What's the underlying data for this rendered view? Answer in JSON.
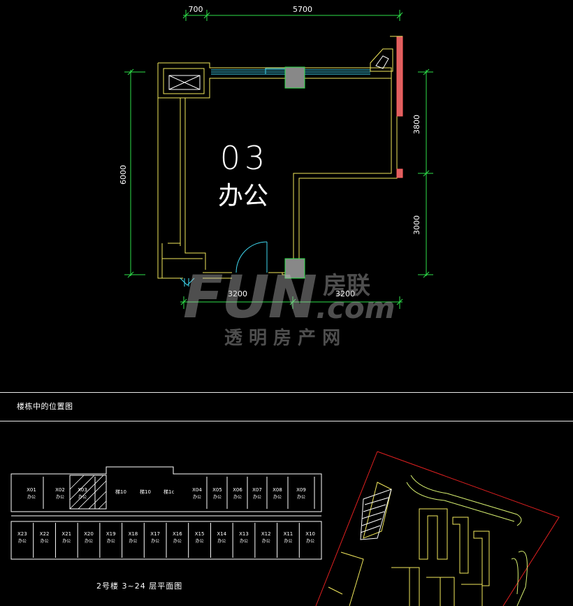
{
  "plan": {
    "dims": {
      "top_left": "700",
      "top_right": "5700",
      "left": "6000",
      "right_upper": "3800",
      "right_lower": "3000",
      "bottom_left": "3200",
      "bottom_right": "3200"
    },
    "room_number": "03",
    "room_label": "办公"
  },
  "watermark": {
    "brand": "FUN",
    "suffix": ".com",
    "cn_brand": "房联",
    "tagline": "透 明 房 产 网"
  },
  "section_caption": "楼栋中的位置图",
  "floorplan": {
    "top_units": [
      {
        "code": "X01",
        "label": "办公"
      },
      {
        "code": "X02",
        "label": "办公"
      },
      {
        "code": "X03",
        "label": "办公"
      },
      {
        "code": "X04",
        "label": "办公"
      },
      {
        "code": "X05",
        "label": "办公"
      },
      {
        "code": "X06",
        "label": "办公"
      },
      {
        "code": "X07",
        "label": "办公"
      },
      {
        "code": "X08",
        "label": "办公"
      },
      {
        "code": "X09",
        "label": "办公"
      }
    ],
    "core_labels": [
      "梯10",
      "梯10",
      "梯1c"
    ],
    "bottom_units": [
      {
        "code": "X23",
        "label": "办公"
      },
      {
        "code": "X22",
        "label": "办公"
      },
      {
        "code": "X21",
        "label": "办公"
      },
      {
        "code": "X20",
        "label": "办公"
      },
      {
        "code": "X19",
        "label": "办公"
      },
      {
        "code": "X18",
        "label": "办公"
      },
      {
        "code": "X17",
        "label": "办公"
      },
      {
        "code": "X16",
        "label": "办公"
      },
      {
        "code": "X15",
        "label": "办公"
      },
      {
        "code": "X14",
        "label": "办公"
      },
      {
        "code": "X13",
        "label": "办公"
      },
      {
        "code": "X12",
        "label": "办公"
      },
      {
        "code": "X11",
        "label": "办公"
      },
      {
        "code": "X10",
        "label": "办公"
      }
    ],
    "subtitle": "2号楼   3~24 层平面图"
  }
}
